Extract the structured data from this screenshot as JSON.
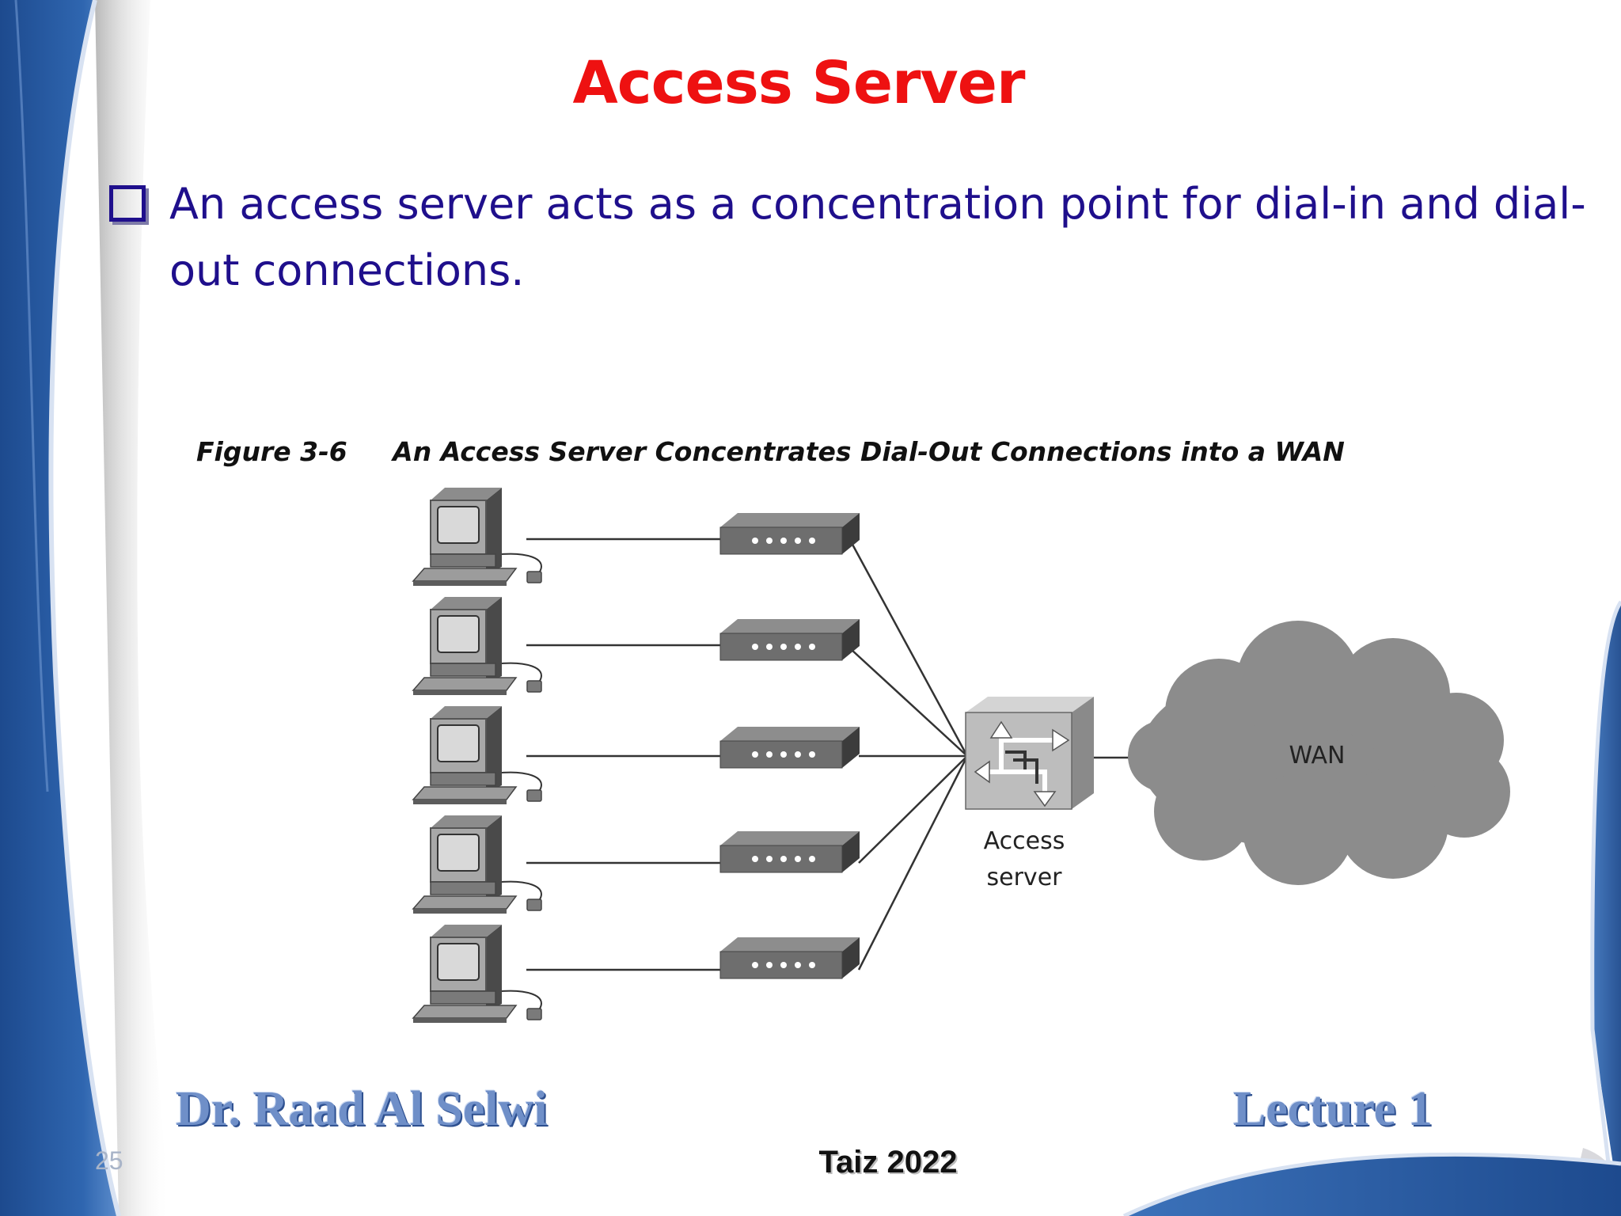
{
  "slide": {
    "title": "Access Server",
    "bullet": "An access server acts as a concentration point for dial-in and dial-out connections.",
    "figure_caption": "Figure 3-6     An Access Server Concentrates Dial-Out Connections into a WAN",
    "labels": {
      "server_line1": "Access",
      "server_line2": "server",
      "wan": "WAN"
    },
    "footer": {
      "author": "Dr. Raad Al Selwi",
      "lecture": "Lecture 1",
      "place": "Taiz 2022",
      "page_number": "25"
    },
    "colors": {
      "title": "#ee1111",
      "body_text": "#1f0f8c",
      "theme_blue": "#2a5aa0",
      "footer_text": "#6f8fc8"
    },
    "icons": [
      "computer-icon",
      "modem-icon",
      "access-server-icon",
      "wan-cloud-icon"
    ]
  }
}
